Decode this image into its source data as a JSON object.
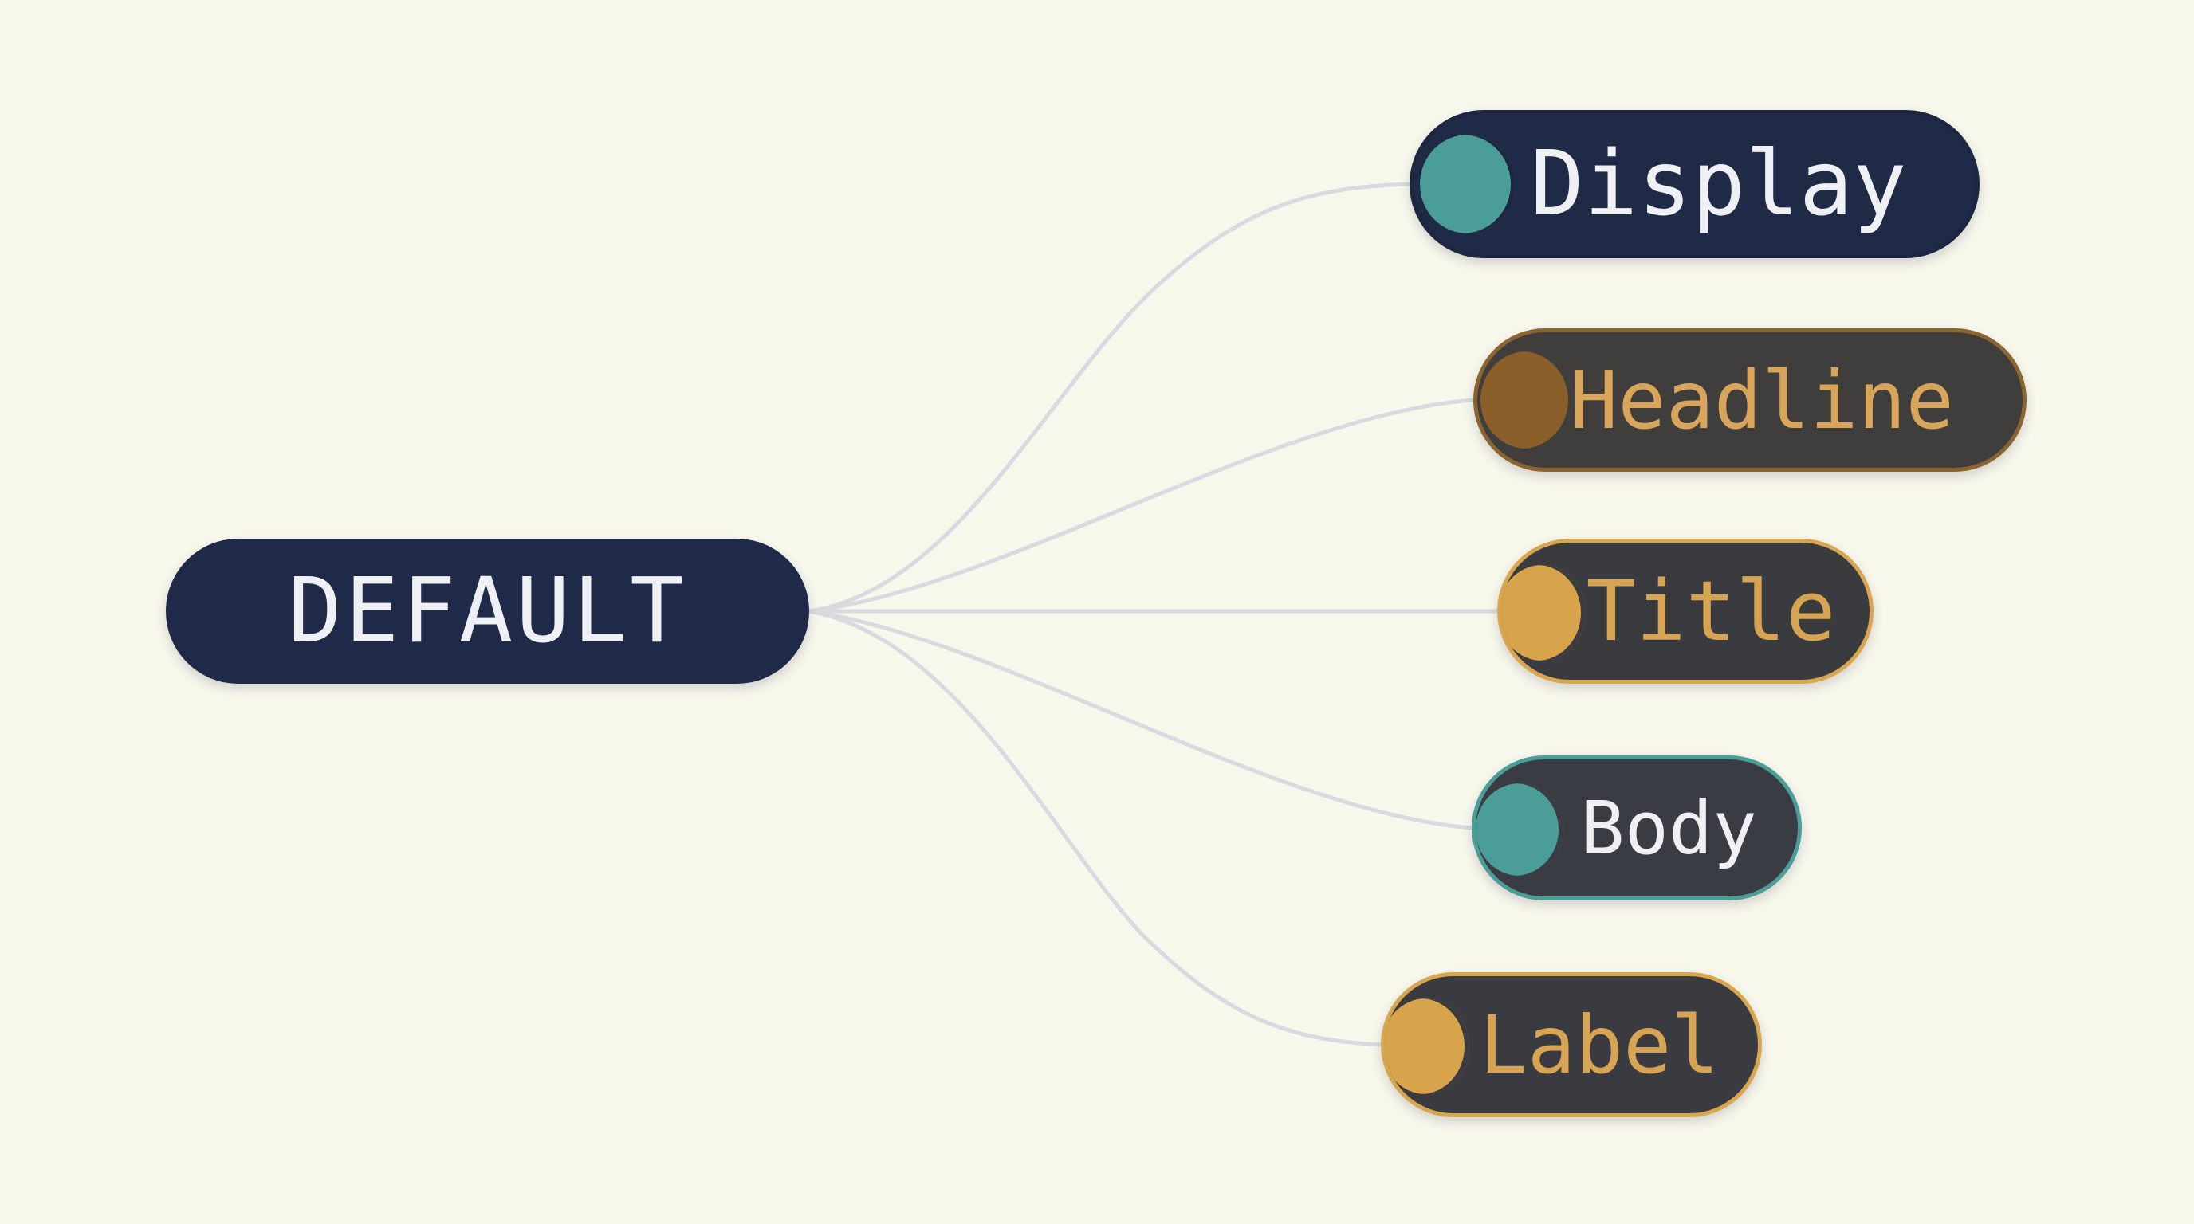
{
  "diagram": {
    "root": {
      "label": "DEFAULT"
    },
    "children": [
      {
        "label": "Display",
        "accent": "#4a9e97",
        "text_color": "#eef0f4"
      },
      {
        "label": "Headline",
        "accent": "#8a5f29",
        "text_color": "#d9a55a"
      },
      {
        "label": "Title",
        "accent": "#d8a44b",
        "text_color": "#d7a454"
      },
      {
        "label": "Body",
        "accent": "#4a9e97",
        "text_color": "#eef0f4"
      },
      {
        "label": "Label",
        "accent": "#d8a44b",
        "text_color": "#d7a454"
      }
    ],
    "colors": {
      "background": "#f8f7ec",
      "connector": "#d9d9e0",
      "root_fill": "#1e2a48"
    }
  }
}
